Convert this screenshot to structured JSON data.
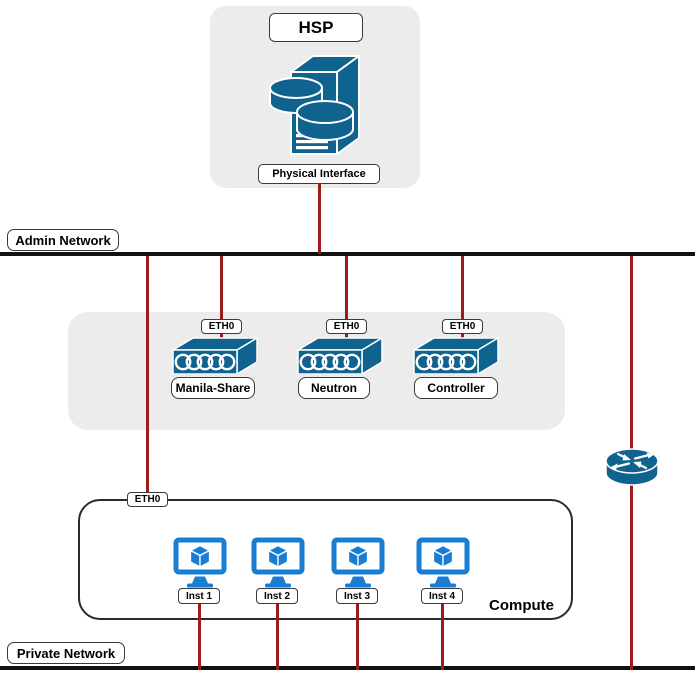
{
  "diagram": {
    "hsp": {
      "title": "HSP",
      "interface_label": "Physical Interface"
    },
    "networks": {
      "admin": "Admin Network",
      "private": "Private Network"
    },
    "services": [
      {
        "port": "ETH0",
        "name": "Manila-Share"
      },
      {
        "port": "ETH0",
        "name": "Neutron"
      },
      {
        "port": "ETH0",
        "name": "Controller"
      }
    ],
    "compute": {
      "port": "ETH0",
      "label": "Compute",
      "instances": [
        "Inst 1",
        "Inst 2",
        "Inst 3",
        "Inst 4"
      ]
    },
    "icons": {
      "server": "storage-server-icon",
      "switch": "ethernet-switch-icon",
      "router": "router-icon",
      "instance": "vm-monitor-icon"
    },
    "colors": {
      "device_blue": "#11638f",
      "monitor_blue": "#1a7dd4",
      "connection_red": "#9e1b1b",
      "network_line_black": "#111111",
      "group_gray": "#ececec"
    }
  }
}
